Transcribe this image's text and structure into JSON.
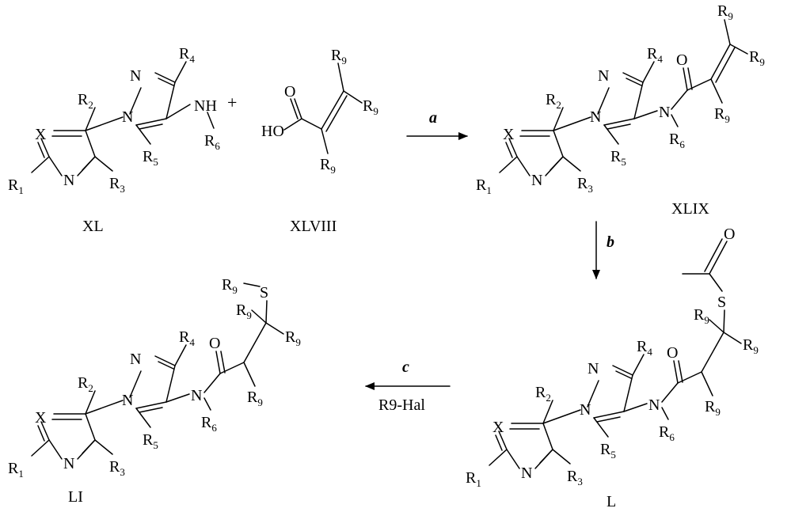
{
  "reaction": {
    "plus": "+",
    "compounds": {
      "XL": "XL",
      "XLVIII": "XLVIII",
      "XLIX": "XLIX",
      "L": "L",
      "LI": "LI"
    },
    "steps": {
      "a": "a",
      "b": "b",
      "c": "c",
      "c_condition": "R9-Hal"
    },
    "atoms": {
      "X": "X",
      "N": "N",
      "S": "S",
      "O": "O",
      "HO": "HO",
      "NH": "NH",
      "R": "R",
      "R1": "1",
      "R2": "2",
      "R3": "3",
      "R4": "4",
      "R5": "5",
      "R6": "6",
      "R9": "9"
    }
  }
}
